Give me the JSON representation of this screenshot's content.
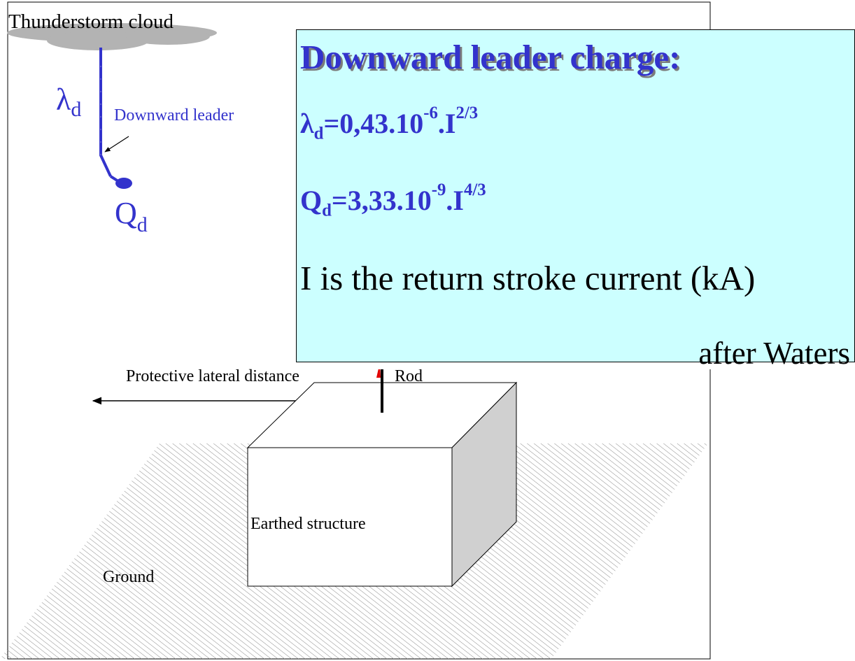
{
  "diagram": {
    "cloud_label": "Thunderstorm cloud",
    "lambda_symbol": "λ",
    "lambda_sub": "d",
    "leader_label": "Downward leader",
    "charge_symbol": "Q",
    "charge_sub": "d",
    "distance_label": "Protective lateral distance",
    "rod_label": "Rod",
    "structure_label": "Earthed structure",
    "ground_label": "Ground"
  },
  "info_box": {
    "heading": "Downward leader charge:",
    "formula_lambda": {
      "symbol": "λ",
      "sub": "d",
      "mid": "=0,43.10",
      "exp1": "-6",
      "tail": ".I",
      "exp2": "2/3"
    },
    "formula_charge": {
      "symbol": "Q",
      "sub": "d",
      "mid": "=3,33.10",
      "exp1": "-9",
      "tail": ".I",
      "exp2": "4/3"
    },
    "note": "I is the return stroke current  (kA)",
    "credit": "after Waters"
  },
  "colors": {
    "leader": "#3333cc",
    "box_fill": "#ccffff",
    "cloud": "#b3b3b3",
    "structure_side": "#d0d0d0",
    "rod_spark": "#e00000"
  }
}
